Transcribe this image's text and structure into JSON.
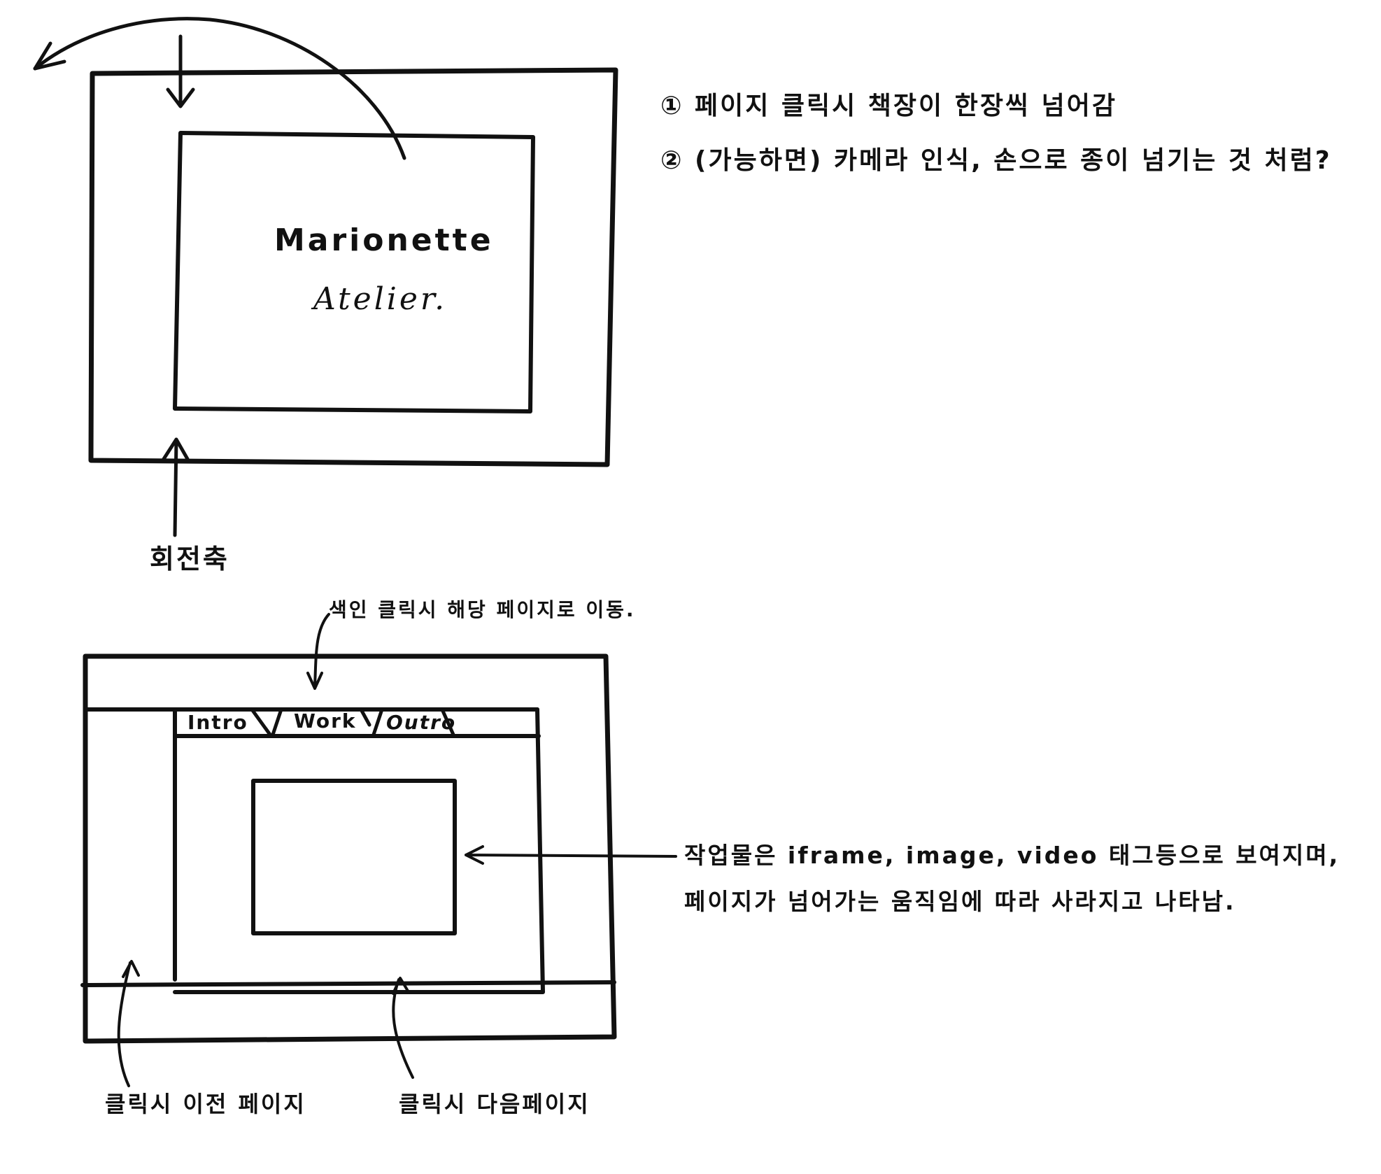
{
  "book_cover": {
    "title_line1": "Marionette",
    "title_line2": "Atelier.",
    "axis_label": "회전축"
  },
  "notes": {
    "note1": "① 페이지 클릭시 책장이 한장씩 넘어감",
    "note2": "② (가능하면) 카메라 인식, 손으로 종이 넘기는 것 처럼?"
  },
  "book_page": {
    "index_note": "색인 클릭시 해당 페이지로 이동.",
    "tabs": [
      {
        "label": "Intro"
      },
      {
        "label": "Work"
      },
      {
        "label": "Outro"
      }
    ],
    "content_note_line1": "작업물은 iframe, image, video 태그등으로 보여지며,",
    "content_note_line2": "페이지가 넘어가는 움직임에 따라 사라지고 나타남.",
    "prev_label": "클릭시 이전 페이지",
    "next_label": "클릭시 다음페이지"
  }
}
